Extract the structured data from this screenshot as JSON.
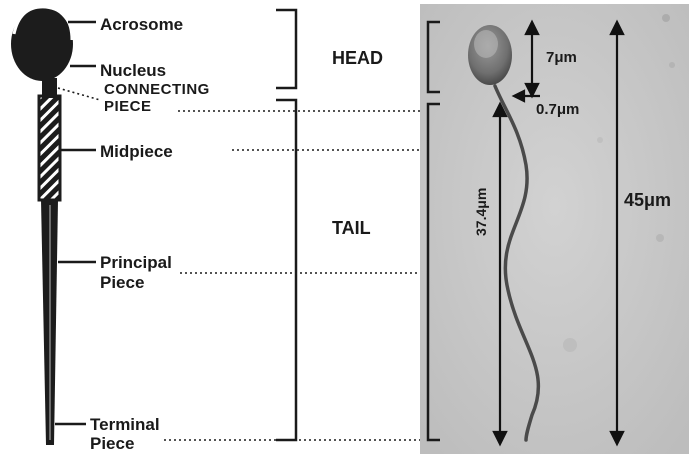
{
  "labels": {
    "acrosome": "Acrosome",
    "nucleus": "Nucleus",
    "connecting_1": "CONNECTING",
    "connecting_2": "PIECE",
    "midpiece": "Midpiece",
    "principal_1": "Principal",
    "principal_2": "Piece",
    "terminal_1": "Terminal",
    "terminal_2": "Piece"
  },
  "regions": {
    "head": "HEAD",
    "tail": "TAIL"
  },
  "measurements": {
    "head_length": "7μm",
    "connecting_length": "0.7μm",
    "tail_length": "37.4μm",
    "total_length": "45μm"
  },
  "colors": {
    "ink": "#1a1a1a",
    "micrograph_bg": "#c8c8c8",
    "head_fill": "#1c1c1c"
  }
}
